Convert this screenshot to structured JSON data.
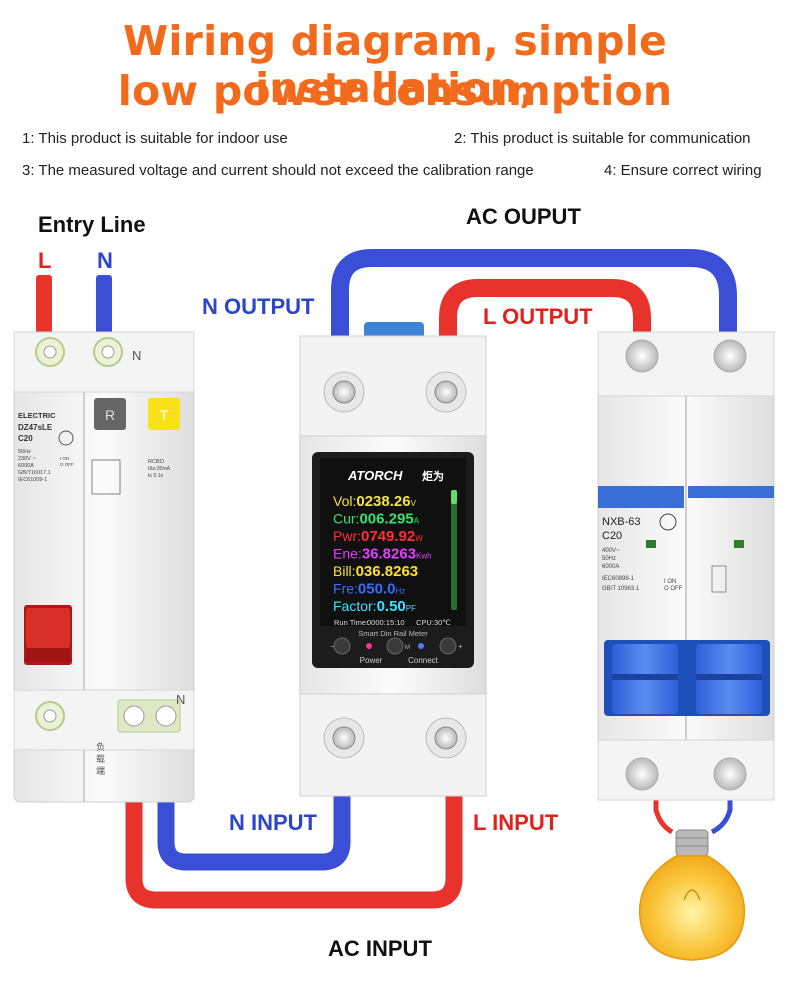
{
  "title": {
    "line1": "Wiring diagram, simple installation,",
    "line2": "low power consumption"
  },
  "notes": [
    "1: This product is suitable for indoor use",
    "2: This product is suitable for communication",
    "3: The measured voltage and current should not exceed the calibration range",
    "4: Ensure correct wiring"
  ],
  "labels": {
    "entry_line": "Entry Line",
    "entry_l": "L",
    "entry_n": "N",
    "ac_output": "AC OUPUT",
    "n_output": "N OUTPUT",
    "l_output": "L OUTPUT",
    "n_input": "N INPUT",
    "l_input": "L INPUT",
    "ac_input": "AC INPUT"
  },
  "rcbo": {
    "brand": "ELECTRIC",
    "model": "DZ47sLE",
    "rating": "C20",
    "specs": [
      "50Hz",
      "230V ~",
      "6000A",
      "GB/T16917.1",
      "IEC61009-1"
    ],
    "on_off": [
      "I ON",
      "O OFF"
    ],
    "test_button": "R",
    "reset_button": "T",
    "n_top": "N",
    "n_bottom": "N",
    "rcbo_label": "RCBO",
    "rcbo_specs": [
      "IΔn:30mA",
      "t≤ 0.1s"
    ],
    "load_text": [
      "负",
      "载",
      "端"
    ]
  },
  "meter": {
    "brand": "ATORCH",
    "brand_cn": "炬为",
    "rows": [
      {
        "label": "Vol:",
        "value": "0238.26",
        "unit": "V",
        "label_color": "#f4e24a",
        "value_color": "#f4e24a"
      },
      {
        "label": "Cur:",
        "value": "006.295",
        "unit": "A",
        "label_color": "#36e36b",
        "value_color": "#36e36b"
      },
      {
        "label": "Pwr:",
        "value": "0749.92",
        "unit": "W",
        "label_color": "#ff3030",
        "value_color": "#ff3030"
      },
      {
        "label": "Ene:",
        "value": "36.8263",
        "unit": "Kwh",
        "label_color": "#e040ff",
        "value_color": "#e040ff"
      },
      {
        "label": "Bill:",
        "value": "036.8263",
        "unit": "",
        "label_color": "#ffe030",
        "value_color": "#ffe030"
      },
      {
        "label": "Fre:",
        "value": "050.0",
        "unit": "Hz",
        "label_color": "#3a6cff",
        "value_color": "#3a6cff"
      },
      {
        "label": "Factor:",
        "value": "0.50",
        "unit": "PF",
        "label_color": "#40e0ff",
        "value_color": "#40e0ff"
      }
    ],
    "runtime_label": "Run Time:",
    "runtime_value": "0000:15:10",
    "cpu_label": "CPU:",
    "cpu_value": "30℃",
    "subtitle": "Smart Din Rail Meter",
    "btn_minus": "−",
    "btn_m": "M",
    "btn_plus": "+",
    "power_label": "Power",
    "connect_label": "Connect"
  },
  "breaker": {
    "model": "NXB-63",
    "rating": "C20",
    "specs": [
      "400V~",
      "50Hz",
      "6000A",
      "IEC60898-1",
      "GB/T 10963.1"
    ],
    "on": "I ON",
    "off": "O OFF"
  },
  "colors": {
    "accent": "#f26b1d",
    "live_red": "#e0221d",
    "neutral_blue": "#2b46c8",
    "wire_red": "#e8322c",
    "wire_blue": "#3a4fd6"
  }
}
